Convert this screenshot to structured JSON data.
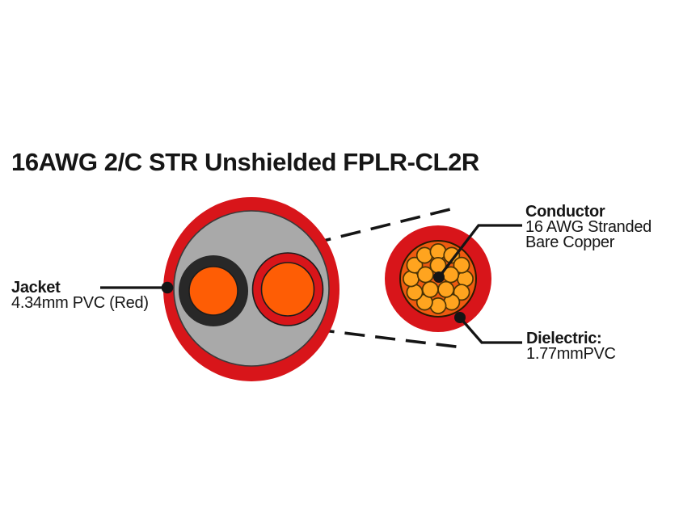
{
  "title": "16AWG 2/C STR Unshielded FPLR-CL2R",
  "callouts": {
    "jacket": {
      "heading": "Jacket",
      "detail": "4.34mm PVC (Red)"
    },
    "conductor": {
      "heading": "Conductor",
      "detail_line1": "16 AWG Stranded",
      "detail_line2": "Bare Copper"
    },
    "dielectric": {
      "heading": "Dielectric:",
      "detail": "1.77mmPVC"
    }
  },
  "diagram": {
    "conductor_count": 2,
    "strand_count": 17
  },
  "colors": {
    "background": "#ffffff",
    "text": "#161616",
    "jacket_red": "#d8151a",
    "filler_gray": "#a9a9a9",
    "insulation_black": "#282828",
    "conductor_orange": "#fe5d05",
    "bundle_orange": "#ef5a10",
    "strand_orange": "#ffa41f",
    "line_black": "#151515"
  }
}
